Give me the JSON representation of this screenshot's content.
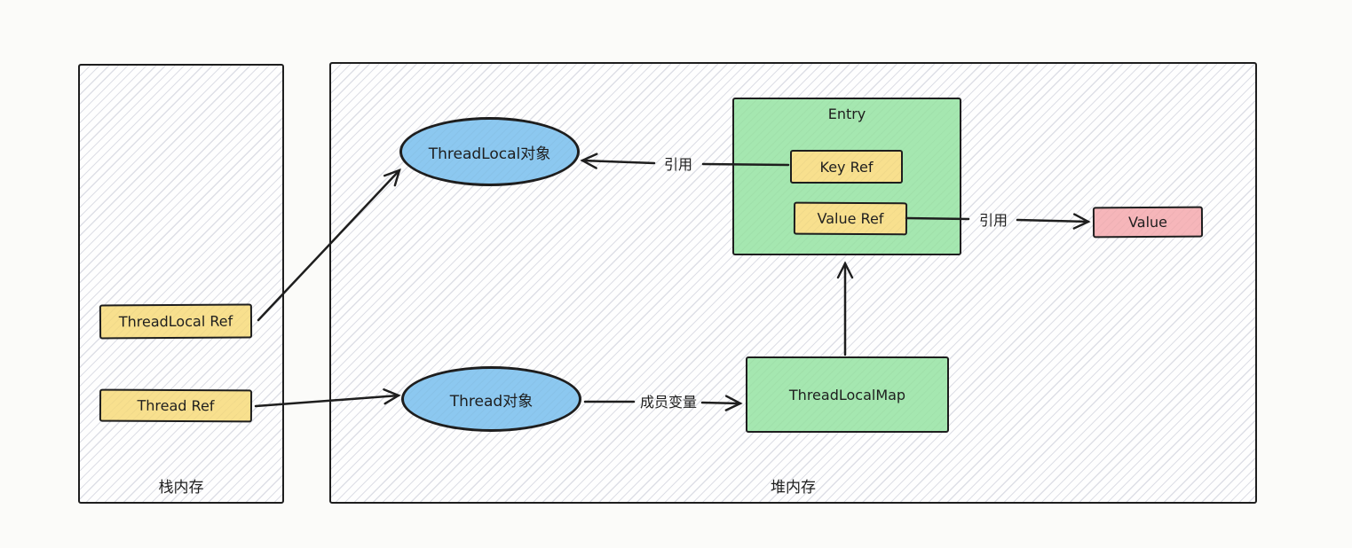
{
  "regions": {
    "stack": {
      "label": "栈内存"
    },
    "heap": {
      "label": "堆内存"
    }
  },
  "nodes": {
    "threadlocal_ref": {
      "label": "ThreadLocal Ref",
      "fill": "#f8e08e"
    },
    "thread_ref": {
      "label": "Thread Ref",
      "fill": "#f8e08e"
    },
    "threadlocal_obj": {
      "label": "ThreadLocal对象",
      "fill": "#8cc8f0"
    },
    "thread_obj": {
      "label": "Thread对象",
      "fill": "#8cc8f0"
    },
    "entry": {
      "label": "Entry",
      "fill": "#a5e7b0"
    },
    "key_ref": {
      "label": "Key Ref",
      "fill": "#f8e08e"
    },
    "value_ref": {
      "label": "Value Ref",
      "fill": "#f8e08e"
    },
    "threadlocal_map": {
      "label": "ThreadLocalMap",
      "fill": "#a5e7b0"
    },
    "value": {
      "label": "Value",
      "fill": "#f6b6ba"
    }
  },
  "edges": {
    "key_ref_to_threadlocal_obj": {
      "label": "引用"
    },
    "value_ref_to_value": {
      "label": "引用"
    },
    "thread_obj_to_map": {
      "label": "成员变量"
    }
  },
  "colors": {
    "ink": "#1e1e1e",
    "yellow": "#f8e08e",
    "green": "#a5e7b0",
    "blue": "#8cc8f0",
    "pink": "#f6b6ba",
    "hatch": "#c6c9d6",
    "background": "#fbfbf9"
  }
}
